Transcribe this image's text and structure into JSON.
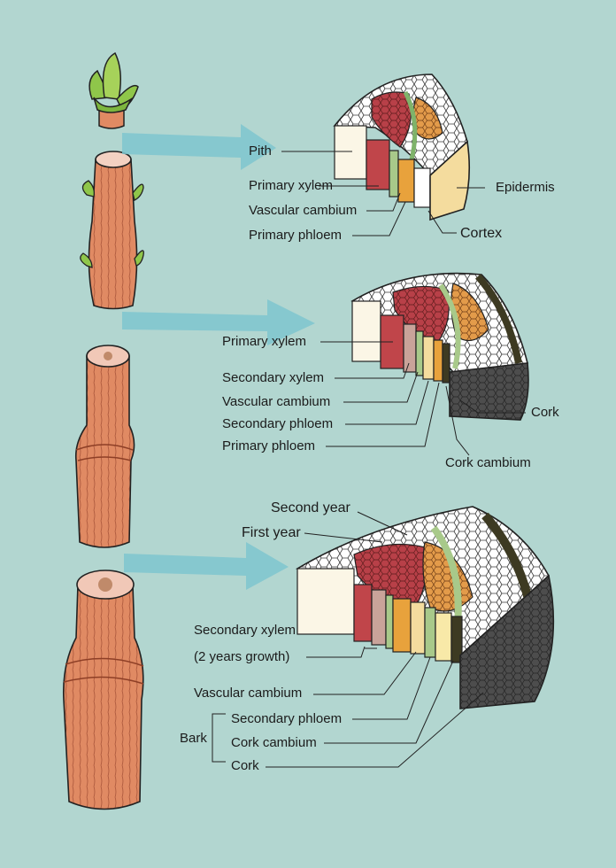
{
  "colors": {
    "background": "#b2d6d0",
    "stem": "#e08a63",
    "stem_dark": "#b5593a",
    "leaf": "#8fc64a",
    "arrow": "#7ec5cf",
    "pith": "#fbf6e6",
    "primary_xylem": "#c0454a",
    "secondary_xylem": "#c9a39a",
    "cambium": "#a8c98a",
    "phloem": "#e8a23c",
    "cortex": "#f4dc9e",
    "cork": "#5a5a5a",
    "cork_cambium": "#3d3a22"
  },
  "panel1": {
    "pith": "Pith",
    "primary_xylem": "Primary xylem",
    "vascular_cambium": "Vascular cambium",
    "primary_phloem": "Primary phloem",
    "epidermis": "Epidermis",
    "cortex": "Cortex"
  },
  "panel2": {
    "primary_xylem": "Primary xylem",
    "secondary_xylem": "Secondary xylem",
    "vascular_cambium": "Vascular cambium",
    "secondary_phloem": "Secondary phloem",
    "primary_phloem": "Primary phloem",
    "cork": "Cork",
    "cork_cambium": "Cork cambium"
  },
  "panel3": {
    "second_year": "Second year",
    "first_year": "First year",
    "secondary_xylem": "Secondary xylem",
    "two_years_growth": "(2 years growth)",
    "vascular_cambium": "Vascular cambium",
    "bark": "Bark",
    "secondary_phloem": "Secondary phloem",
    "cork_cambium": "Cork cambium",
    "cork": "Cork"
  }
}
